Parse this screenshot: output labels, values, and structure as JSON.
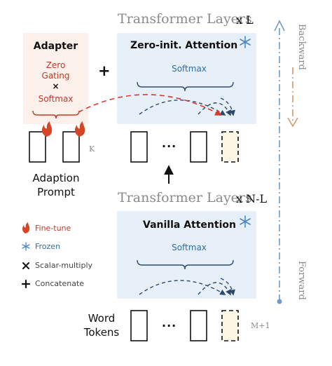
{
  "top_layers": {
    "title": "Transformer Layers",
    "mult": "x L"
  },
  "bottom_layers": {
    "title": "Transformer Layers",
    "mult": "x N-L"
  },
  "adapter": {
    "title": "Adapter",
    "zero": "Zero",
    "gating": "Gating",
    "times": "×",
    "softmax": "Softmax"
  },
  "plus_sign": "+",
  "zero_init_attention": {
    "title": "Zero-init. Attention",
    "softmax": "Softmax"
  },
  "vanilla_attention": {
    "title": "Vanilla Attention",
    "softmax": "Softmax"
  },
  "adaption_prompt": {
    "line1": "Adaption",
    "line2": "Prompt",
    "k_label": "K"
  },
  "word_tokens": {
    "line1": "Word",
    "line2": "Tokens",
    "m_label": "M+1"
  },
  "ellipsis": "...",
  "legend": [
    {
      "icon": "fire-icon",
      "text": "Fine-tune",
      "color": "#c0392b"
    },
    {
      "icon": "snowflake-icon",
      "text": "Frozen",
      "color": "#2f6f9f"
    },
    {
      "icon": "times-icon",
      "text": "Scalar-multiply",
      "color": "#444444"
    },
    {
      "icon": "plus-icon",
      "text": "Concatenate",
      "color": "#444444"
    }
  ],
  "side": {
    "backward": "Backward",
    "forward": "Forward"
  },
  "colors": {
    "fire": "#d64526",
    "frozen": "#4a86c5",
    "dashed_red": "#d63a2f",
    "backward_orange": "#d49a6a",
    "forward_blue": "#6f9cc5"
  }
}
